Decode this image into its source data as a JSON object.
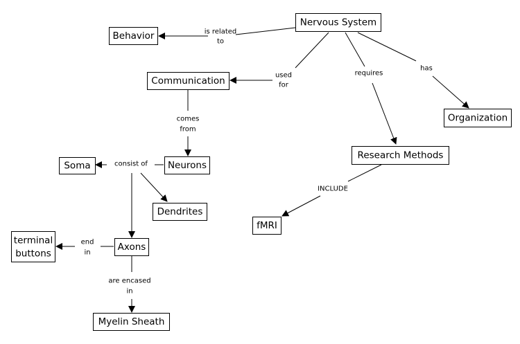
{
  "concepts": {
    "nervous_system": "Nervous System",
    "behavior": "Behavior",
    "communication": "Communication",
    "organization": "Organization",
    "research_methods": "Research Methods",
    "neurons": "Neurons",
    "soma": "Soma",
    "dendrites": "Dendrites",
    "fmri": "fMRI",
    "terminal_buttons": [
      "terminal",
      "buttons"
    ],
    "axons": "Axons",
    "myelin_sheath": "Myelin Sheath"
  },
  "links": {
    "is_related_to": [
      "is related",
      "to"
    ],
    "used_for": [
      "used",
      "for"
    ],
    "requires": "requires",
    "has": "has",
    "comes_from": [
      "comes",
      "from"
    ],
    "consist_of": "consist of",
    "include": "INCLUDE",
    "end_in": [
      "end",
      "in"
    ],
    "are_encased_in": [
      "are encased",
      "in"
    ]
  }
}
